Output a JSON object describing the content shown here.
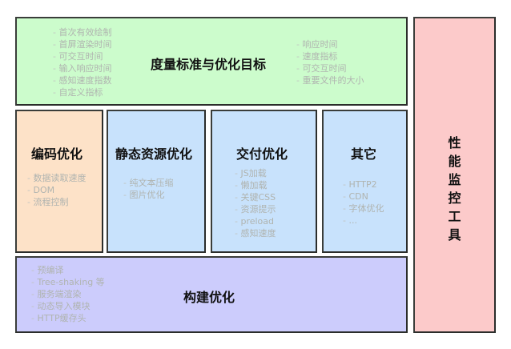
{
  "diagram": {
    "colors": {
      "metrics_bg": "#ccfccc",
      "coding_bg": "#fde2c8",
      "static_bg": "#c8e2fc",
      "delivery_bg": "#c8e2fc",
      "other_bg": "#c8e2fc",
      "build_bg": "#ccccfc",
      "monitor_bg": "#fccaca",
      "border": "#3a3d3a",
      "item_text": "#b0b4b0",
      "title_text": "#111111"
    },
    "metrics": {
      "title": "度量标准与优化目标",
      "left_items": [
        "首次有效绘制",
        "首屏渲染时间",
        "可交互时间",
        "输入响应时间",
        "感知速度指数",
        "自定义指标"
      ],
      "right_items": [
        "响应时间",
        "速度指标",
        "可交互时间",
        "重要文件的大小"
      ]
    },
    "coding": {
      "title": "编码优化",
      "items": [
        "数据读取速度",
        "DOM",
        "流程控制"
      ]
    },
    "static_resources": {
      "title": "静态资源优化",
      "items": [
        "纯文本压缩",
        "图片优化"
      ]
    },
    "delivery": {
      "title": "交付优化",
      "items": [
        "JS加载",
        "懒加载",
        "关键CSS",
        "资源提示",
        "preload",
        "感知速度"
      ]
    },
    "other": {
      "title": "其它",
      "items": [
        "HTTP2",
        "CDN",
        "字体优化",
        "..."
      ]
    },
    "build": {
      "title": "构建优化",
      "items": [
        "预编译",
        "Tree-shaking 等",
        "服务端渲染",
        "动态导入模块",
        "HTTP缓存头"
      ]
    },
    "monitor": {
      "title": "性\n能\n监\n控\n工\n具"
    }
  }
}
